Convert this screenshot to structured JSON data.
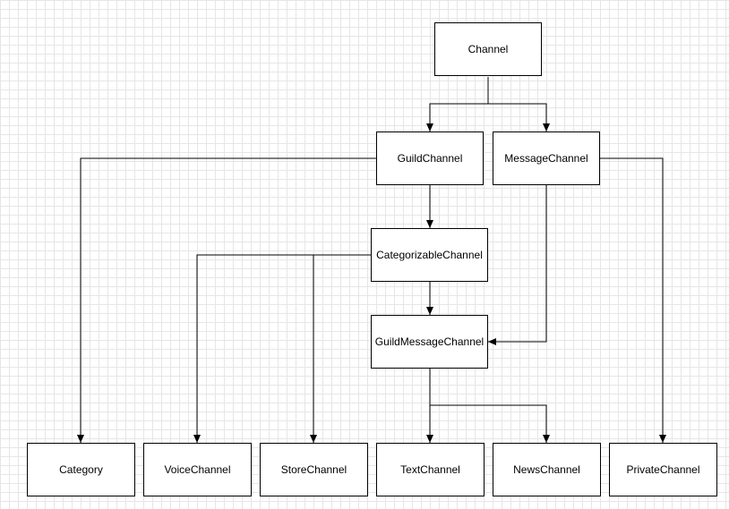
{
  "diagram": {
    "nodes": {
      "channel": "Channel",
      "guild_channel": "GuildChannel",
      "message_channel": "MessageChannel",
      "categorizable_channel": "CategorizableChannel",
      "guild_message_channel": "GuildMessageChannel",
      "category": "Category",
      "voice_channel": "VoiceChannel",
      "store_channel": "StoreChannel",
      "text_channel": "TextChannel",
      "news_channel": "NewsChannel",
      "private_channel": "PrivateChannel"
    },
    "edges": [
      {
        "from": "channel",
        "to": "guild_channel"
      },
      {
        "from": "channel",
        "to": "message_channel"
      },
      {
        "from": "guild_channel",
        "to": "category"
      },
      {
        "from": "guild_channel",
        "to": "categorizable_channel"
      },
      {
        "from": "message_channel",
        "to": "guild_message_channel"
      },
      {
        "from": "message_channel",
        "to": "private_channel"
      },
      {
        "from": "categorizable_channel",
        "to": "voice_channel"
      },
      {
        "from": "categorizable_channel",
        "to": "store_channel"
      },
      {
        "from": "categorizable_channel",
        "to": "guild_message_channel"
      },
      {
        "from": "guild_message_channel",
        "to": "text_channel"
      },
      {
        "from": "guild_message_channel",
        "to": "news_channel"
      }
    ],
    "colors": {
      "stroke": "#000000",
      "grid": "#e6e6e6",
      "background": "#ffffff"
    }
  }
}
